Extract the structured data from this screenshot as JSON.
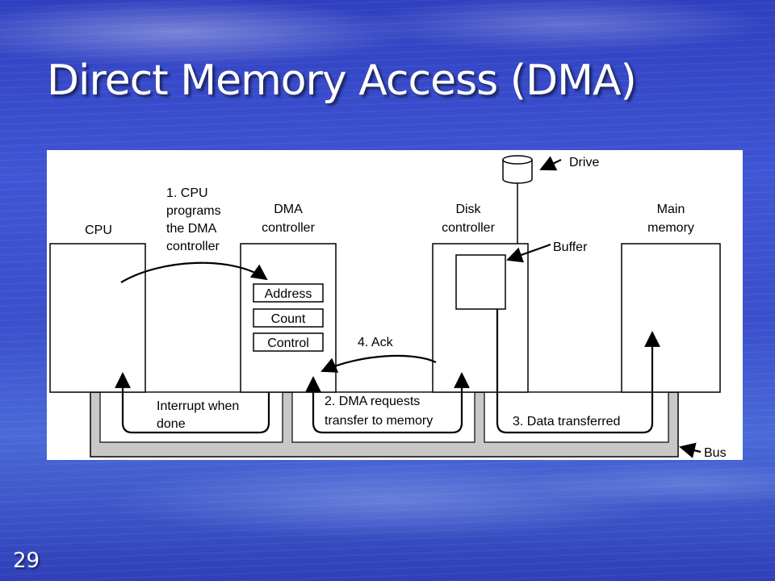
{
  "slide": {
    "title": "Direct Memory Access (DMA)",
    "page_number": "29"
  },
  "diagram": {
    "cpu": [
      "CPU"
    ],
    "dma_controller": [
      "DMA",
      "controller"
    ],
    "disk_controller": [
      "Disk",
      "controller"
    ],
    "main_memory": [
      "Main",
      "memory"
    ],
    "registers": [
      "Address",
      "Count",
      "Control"
    ],
    "drive": "Drive",
    "buffer": "Buffer",
    "bus": "Bus",
    "step1": [
      "1. CPU",
      "programs",
      "the DMA",
      "controller"
    ],
    "step2": [
      "2. DMA requests",
      "transfer to memory"
    ],
    "step3": "3. Data transferred",
    "step4": "4. Ack",
    "interrupt": [
      "Interrupt when",
      "done"
    ]
  }
}
